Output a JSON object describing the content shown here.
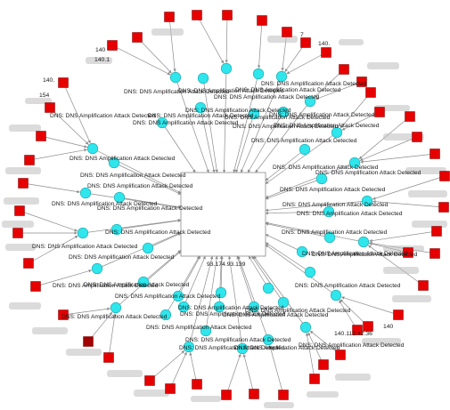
{
  "graph": {
    "target_ip": "93.174.93.139",
    "alert_label": "DNS: DNS Amplification Attack Detected",
    "alert_count": 44,
    "source_count": 46,
    "visible_source_ips": [
      "140.112.42.36",
      "140.1",
      "140.",
      "140",
      "154",
      "140.",
      "7",
      "140"
    ],
    "colors": {
      "alert_node": "#2ee6ec",
      "source_node": "#e60000",
      "source_node_dark": "#a00000",
      "edge": "#8c8c8c",
      "hub_fill": "#ffffff",
      "hub_border": "#8a8a8a"
    }
  }
}
